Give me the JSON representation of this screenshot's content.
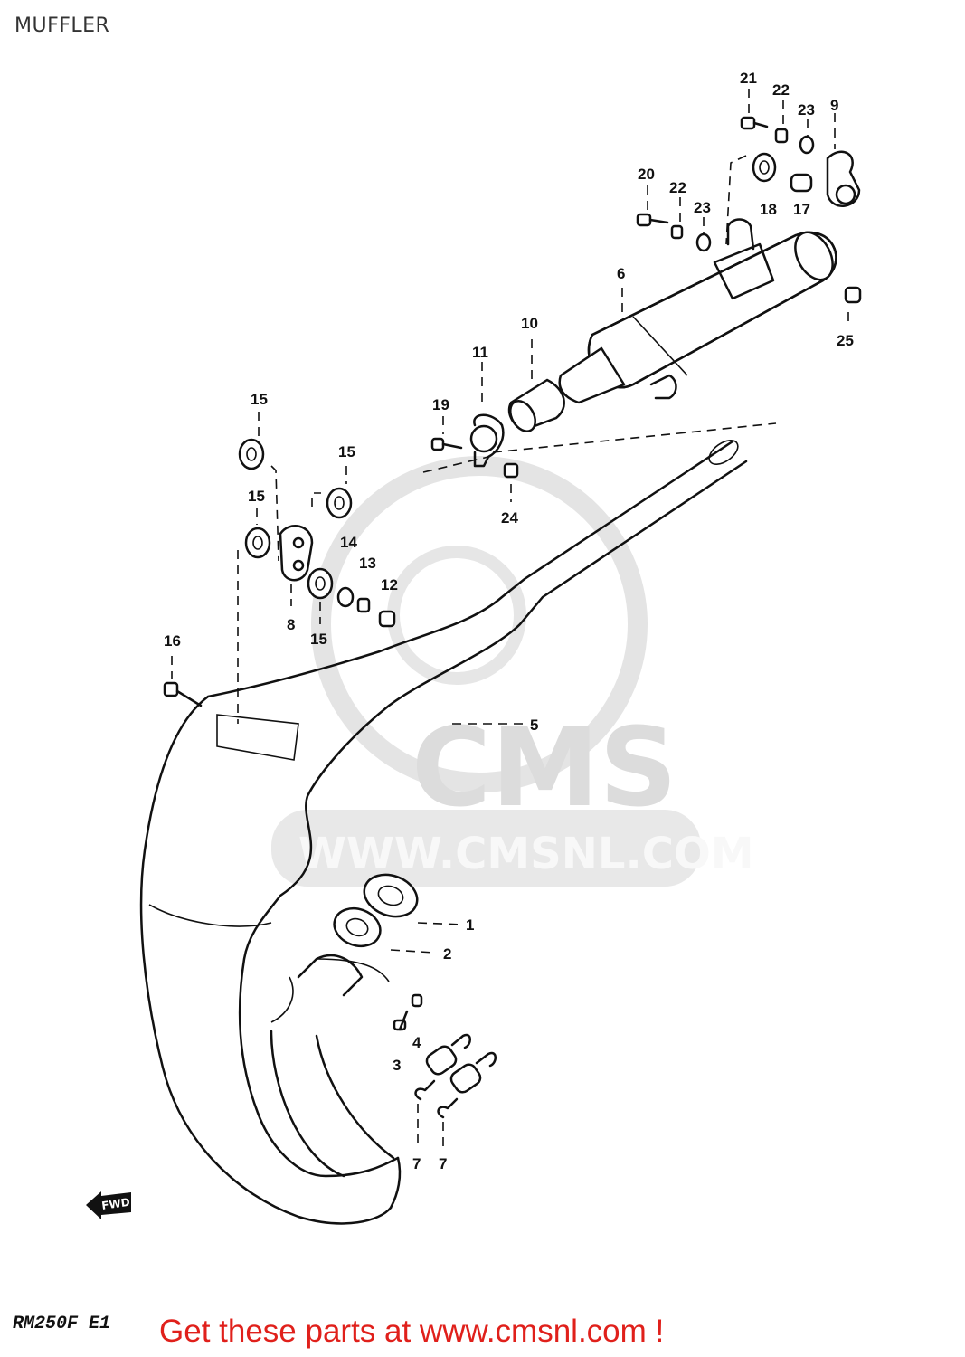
{
  "header": {
    "title": "MUFFLER"
  },
  "footer": {
    "model_code": "RM250F  E1",
    "promo": "Get these parts at www.cmsnl.com !"
  },
  "watermark": {
    "brand": "CMS",
    "url": "WWW.CMSNL.COM",
    "color": "#dcdcdc"
  },
  "direction_arrow": {
    "label": "FWD"
  },
  "colors": {
    "promo": "#e0201b",
    "line": "#111111"
  },
  "part_labels": [
    {
      "id": "p21",
      "text": "21"
    },
    {
      "id": "p22a",
      "text": "22"
    },
    {
      "id": "p23a",
      "text": "23"
    },
    {
      "id": "p9",
      "text": "9"
    },
    {
      "id": "p20",
      "text": "20"
    },
    {
      "id": "p22b",
      "text": "22"
    },
    {
      "id": "p23b",
      "text": "23"
    },
    {
      "id": "p18",
      "text": "18"
    },
    {
      "id": "p17",
      "text": "17"
    },
    {
      "id": "p6",
      "text": "6"
    },
    {
      "id": "p25",
      "text": "25"
    },
    {
      "id": "p10",
      "text": "10"
    },
    {
      "id": "p11",
      "text": "11"
    },
    {
      "id": "p19",
      "text": "19"
    },
    {
      "id": "p24",
      "text": "24"
    },
    {
      "id": "p15a",
      "text": "15"
    },
    {
      "id": "p15b",
      "text": "15"
    },
    {
      "id": "p15c",
      "text": "15"
    },
    {
      "id": "p14",
      "text": "14"
    },
    {
      "id": "p13",
      "text": "13"
    },
    {
      "id": "p12",
      "text": "12"
    },
    {
      "id": "p8",
      "text": "8"
    },
    {
      "id": "p15d",
      "text": "15"
    },
    {
      "id": "p16",
      "text": "16"
    },
    {
      "id": "p5",
      "text": "5"
    },
    {
      "id": "p1",
      "text": "1"
    },
    {
      "id": "p2",
      "text": "2"
    },
    {
      "id": "p4",
      "text": "4"
    },
    {
      "id": "p3",
      "text": "3"
    },
    {
      "id": "p7a",
      "text": "7"
    },
    {
      "id": "p7b",
      "text": "7"
    }
  ]
}
